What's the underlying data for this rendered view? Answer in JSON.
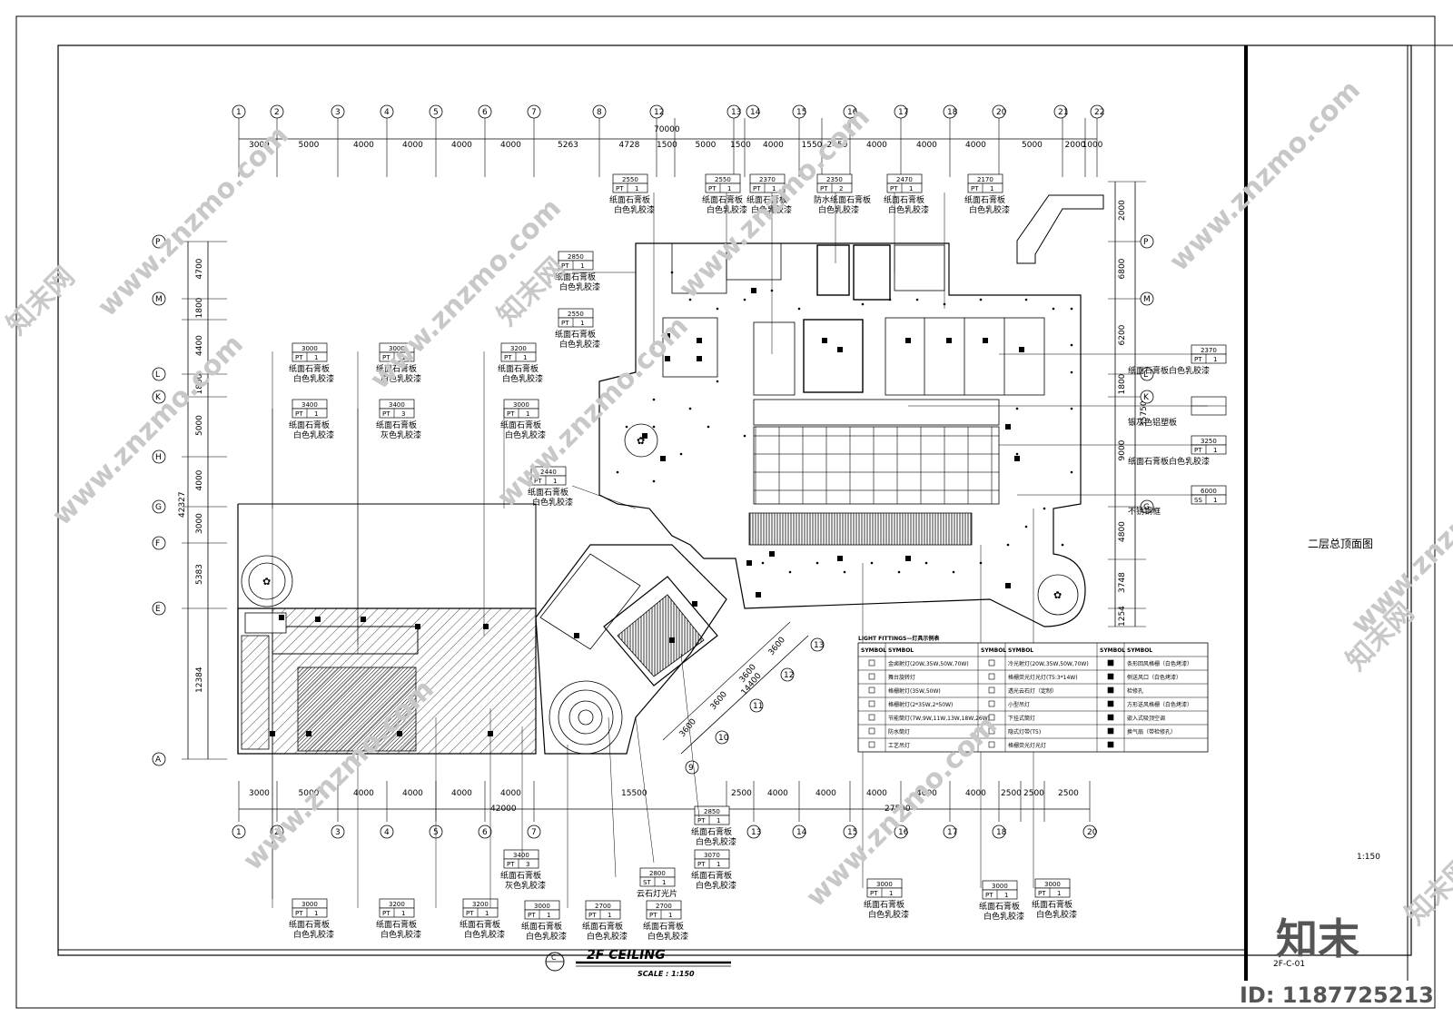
{
  "drawing": {
    "sheet_title": "二层总顶面图",
    "plan_title": "2F   CEILING",
    "scale_label": "SCALE :   1:150",
    "side_scale": "1:150",
    "sheet_no": "2F-C-01",
    "section_mark": "C"
  },
  "top_dims": {
    "total": "70000",
    "segments": [
      "3009",
      "5000",
      "4000",
      "4000",
      "4000",
      "4000",
      "5263",
      "4728",
      "1500",
      "5000",
      "1500",
      "4000",
      "1550",
      "2450",
      "4000",
      "4000",
      "4000",
      "5000",
      "2000",
      "1000"
    ]
  },
  "bottom_dims": {
    "total_left": "42000",
    "total_right": "27500",
    "segments": [
      "3000",
      "5000",
      "4000",
      "4000",
      "4000",
      "4000",
      "15500",
      "2500",
      "4000",
      "4000",
      "4000",
      "4000",
      "4000",
      "2500",
      "2500",
      "2500"
    ]
  },
  "left_dims": {
    "total": "42327",
    "segments": [
      "4700",
      "1800",
      "4400",
      "1800",
      "5000",
      "4000",
      "3000",
      "5383",
      "12384"
    ]
  },
  "right_dims": {
    "total": "35750",
    "segments": [
      "2000",
      "6800",
      "6200",
      "1800",
      "9000",
      "4800",
      "3748",
      "1254"
    ]
  },
  "diag_dims": [
    "3600",
    "3600",
    "3600",
    "3600",
    "14400"
  ],
  "grid_top": [
    "1",
    "2",
    "3",
    "4",
    "5",
    "6",
    "7",
    "8",
    "12",
    "13",
    "14",
    "15",
    "16",
    "17",
    "18",
    "20",
    "21",
    "22"
  ],
  "grid_bottom": [
    "1",
    "2",
    "3",
    "4",
    "5",
    "6",
    "7",
    "13",
    "14",
    "15",
    "16",
    "17",
    "18",
    "20"
  ],
  "grid_left": [
    "P",
    "M",
    "L",
    "K",
    "H",
    "G",
    "F",
    "E",
    "A"
  ],
  "grid_right": [
    "P",
    "M",
    "L",
    "K",
    "G"
  ],
  "grid_diag": [
    "9",
    "10",
    "11",
    "12",
    "13"
  ],
  "tags": [
    {
      "h": "2550",
      "c": "PT",
      "n": "1",
      "l1": "纸面石膏板",
      "l2": "白色乳胶漆"
    },
    {
      "h": "2550",
      "c": "PT",
      "n": "1",
      "l1": "纸面石膏板",
      "l2": "白色乳胶漆"
    },
    {
      "h": "2370",
      "c": "PT",
      "n": "1",
      "l1": "纸面石膏板",
      "l2": "白色乳胶漆"
    },
    {
      "h": "2350",
      "c": "PT",
      "n": "2",
      "l1": "防水纸面石膏板",
      "l2": "白色乳胶漆"
    },
    {
      "h": "2470",
      "c": "PT",
      "n": "1",
      "l1": "纸面石膏板",
      "l2": "白色乳胶漆"
    },
    {
      "h": "2170",
      "c": "PT",
      "n": "1",
      "l1": "纸面石膏板",
      "l2": "白色乳胶漆"
    },
    {
      "h": "2850",
      "c": "PT",
      "n": "1",
      "l1": "纸面石膏板",
      "l2": "白色乳胶漆"
    },
    {
      "h": "2550",
      "c": "PT",
      "n": "1",
      "l1": "纸面石膏板",
      "l2": "白色乳胶漆"
    },
    {
      "h": "3000",
      "c": "PT",
      "n": "1",
      "l1": "纸面石膏板",
      "l2": "白色乳胶漆"
    },
    {
      "h": "3000",
      "c": "PT",
      "n": "1",
      "l1": "纸面石膏板",
      "l2": "白色乳胶漆"
    },
    {
      "h": "3200",
      "c": "PT",
      "n": "1",
      "l1": "纸面石膏板",
      "l2": "白色乳胶漆"
    },
    {
      "h": "3400",
      "c": "PT",
      "n": "1",
      "l1": "纸面石膏板",
      "l2": "白色乳胶漆"
    },
    {
      "h": "3400",
      "c": "PT",
      "n": "3",
      "l1": "纸面石膏板",
      "l2": "灰色乳胶漆"
    },
    {
      "h": "3000",
      "c": "PT",
      "n": "1",
      "l1": "纸面石膏板",
      "l2": "白色乳胶漆"
    },
    {
      "h": "2440",
      "c": "PT",
      "n": "1",
      "l1": "纸面石膏板",
      "l2": "白色乳胶漆"
    },
    {
      "h": "2850",
      "c": "PT",
      "n": "1",
      "l1": "纸面石膏板",
      "l2": "白色乳胶漆"
    },
    {
      "h": "3070",
      "c": "PT",
      "n": "1",
      "l1": "纸面石膏板",
      "l2": "白色乳胶漆"
    },
    {
      "h": "3400",
      "c": "PT",
      "n": "3",
      "l1": "纸面石膏板",
      "l2": "灰色乳胶漆"
    },
    {
      "h": "2800",
      "c": "ST",
      "n": "1",
      "l1": "云石灯光片",
      "l2": ""
    },
    {
      "h": "3000",
      "c": "PT",
      "n": "1",
      "l1": "纸面石膏板",
      "l2": "白色乳胶漆"
    },
    {
      "h": "3200",
      "c": "PT",
      "n": "1",
      "l1": "纸面石膏板",
      "l2": "白色乳胶漆"
    },
    {
      "h": "3200",
      "c": "PT",
      "n": "1",
      "l1": "纸面石膏板",
      "l2": "白色乳胶漆"
    },
    {
      "h": "3000",
      "c": "PT",
      "n": "1",
      "l1": "纸面石膏板",
      "l2": "白色乳胶漆"
    },
    {
      "h": "2700",
      "c": "PT",
      "n": "1",
      "l1": "纸面石膏板",
      "l2": "白色乳胶漆"
    },
    {
      "h": "2700",
      "c": "PT",
      "n": "1",
      "l1": "纸面石膏板",
      "l2": "白色乳胶漆"
    },
    {
      "h": "3000",
      "c": "PT",
      "n": "1",
      "l1": "纸面石膏板",
      "l2": "白色乳胶漆"
    },
    {
      "h": "3000",
      "c": "PT",
      "n": "1",
      "l1": "纸面石膏板",
      "l2": "白色乳胶漆"
    },
    {
      "h": "3000",
      "c": "PT",
      "n": "1",
      "l1": "纸面石膏板",
      "l2": "白色乳胶漆"
    },
    {
      "h": "2370",
      "c": "PT",
      "n": "1",
      "l1": "纸面石膏板白色乳胶漆",
      "l2": ""
    },
    {
      "h": "",
      "c": "",
      "n": "",
      "l1": "银灰色铝塑板",
      "l2": ""
    },
    {
      "h": "3250",
      "c": "PT",
      "n": "1",
      "l1": "纸面石膏板白色乳胶漆",
      "l2": ""
    },
    {
      "h": "6000",
      "c": "SS",
      "n": "1",
      "l1": "不锈钢框",
      "l2": ""
    }
  ],
  "legend": {
    "title": "LIGHT FITTINGS—灯具示例表",
    "header": [
      "SYMBOL",
      "SYMBOL",
      "SYMBOL",
      "SYMBOL",
      "SYMBOL",
      "SYMBOL"
    ],
    "rows": [
      [
        "金卤射灯(20W,35W,50W,70W)",
        "冷光射灯(20W,35W,50W,70W)",
        "条形回风格栅（白色烤漆）"
      ],
      [
        "舞台旋转灯",
        "格栅荧光灯光灯(T5:3*14W)",
        "侧送风口（白色烤漆）"
      ],
      [
        "格栅射灯(35W,50W)",
        "透光云石灯（定制）",
        "检修孔"
      ],
      [
        "格栅射灯(2*35W,2*50W)",
        "小型吊灯",
        "方形送风格栅（白色烤漆）"
      ],
      [
        "节能筒灯(7W,9W,11W,13W,18W,26W)",
        "下挂式筒灯",
        "嵌入式吸顶空调"
      ],
      [
        "防水筒灯",
        "隐式灯带(T5)",
        "换气扇（带检修孔）"
      ],
      [
        "工艺吊灯",
        "格栅荧光灯光灯",
        ""
      ]
    ]
  },
  "watermarks": [
    "www.znzmo.com",
    "知末网",
    "ID: 1187725213",
    "知末"
  ]
}
